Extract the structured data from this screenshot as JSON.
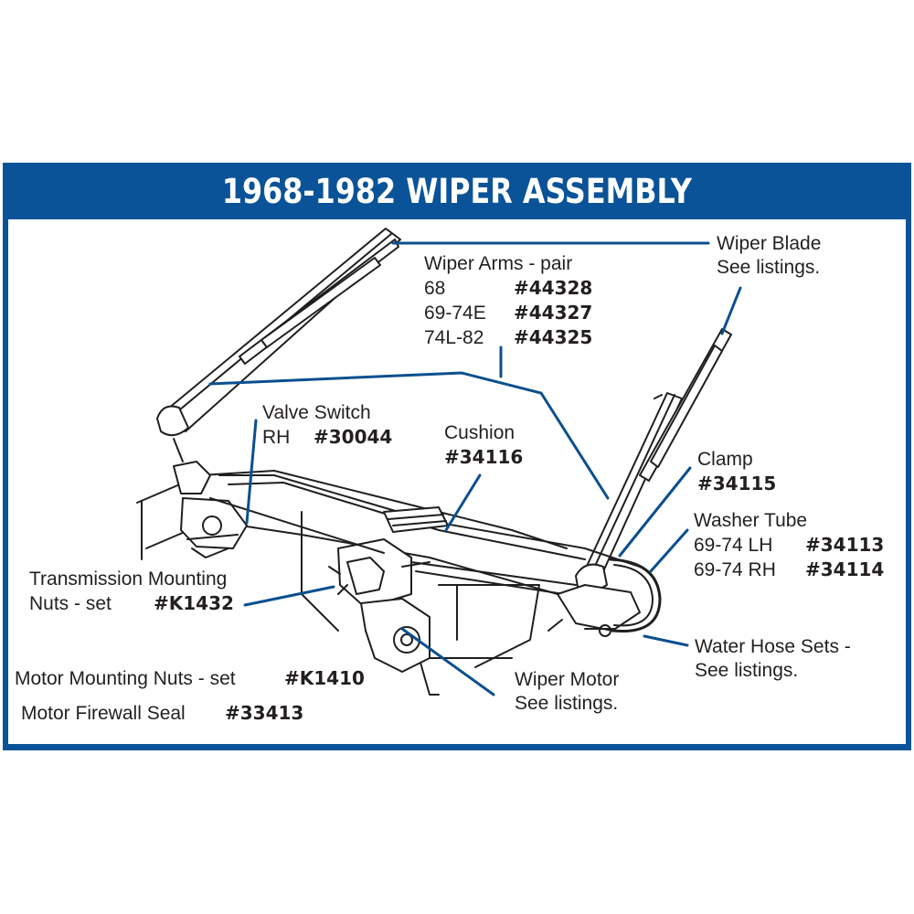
{
  "title": "1968-1982 WIPER ASSEMBLY",
  "colors": {
    "frame": "#0b5398",
    "leader": "#0b4f8f",
    "ink": "#231f20"
  },
  "callouts": {
    "wiper_arms": {
      "heading": "Wiper Arms - pair",
      "rows": [
        {
          "years": "68",
          "part": "#44328"
        },
        {
          "years": "69-74E",
          "part": "#44327"
        },
        {
          "years": "74L-82",
          "part": "#44325"
        }
      ]
    },
    "wiper_blade": {
      "line1": "Wiper Blade",
      "line2": "See listings."
    },
    "valve_switch": {
      "line1": "Valve Switch",
      "side": "RH",
      "part": "#30044"
    },
    "cushion": {
      "line1": "Cushion",
      "part": "#34116"
    },
    "clamp": {
      "line1": "Clamp",
      "part": "#34115"
    },
    "washer_tube": {
      "heading": "Washer Tube",
      "rows": [
        {
          "years": "69-74 LH",
          "part": "#34113"
        },
        {
          "years": "69-74 RH",
          "part": "#34114"
        }
      ]
    },
    "transmission_nuts": {
      "line1": "Transmission Mounting",
      "line2": "Nuts - set",
      "part": "#K1432"
    },
    "water_hose": {
      "line1": "Water Hose Sets -",
      "line2": "See listings."
    },
    "motor_nuts": {
      "label": "Motor Mounting Nuts - set",
      "part": "#K1410"
    },
    "wiper_motor": {
      "line1": "Wiper Motor",
      "line2": "See listings."
    },
    "firewall_seal": {
      "label": "Motor Firewall Seal",
      "part": "#33413"
    }
  }
}
